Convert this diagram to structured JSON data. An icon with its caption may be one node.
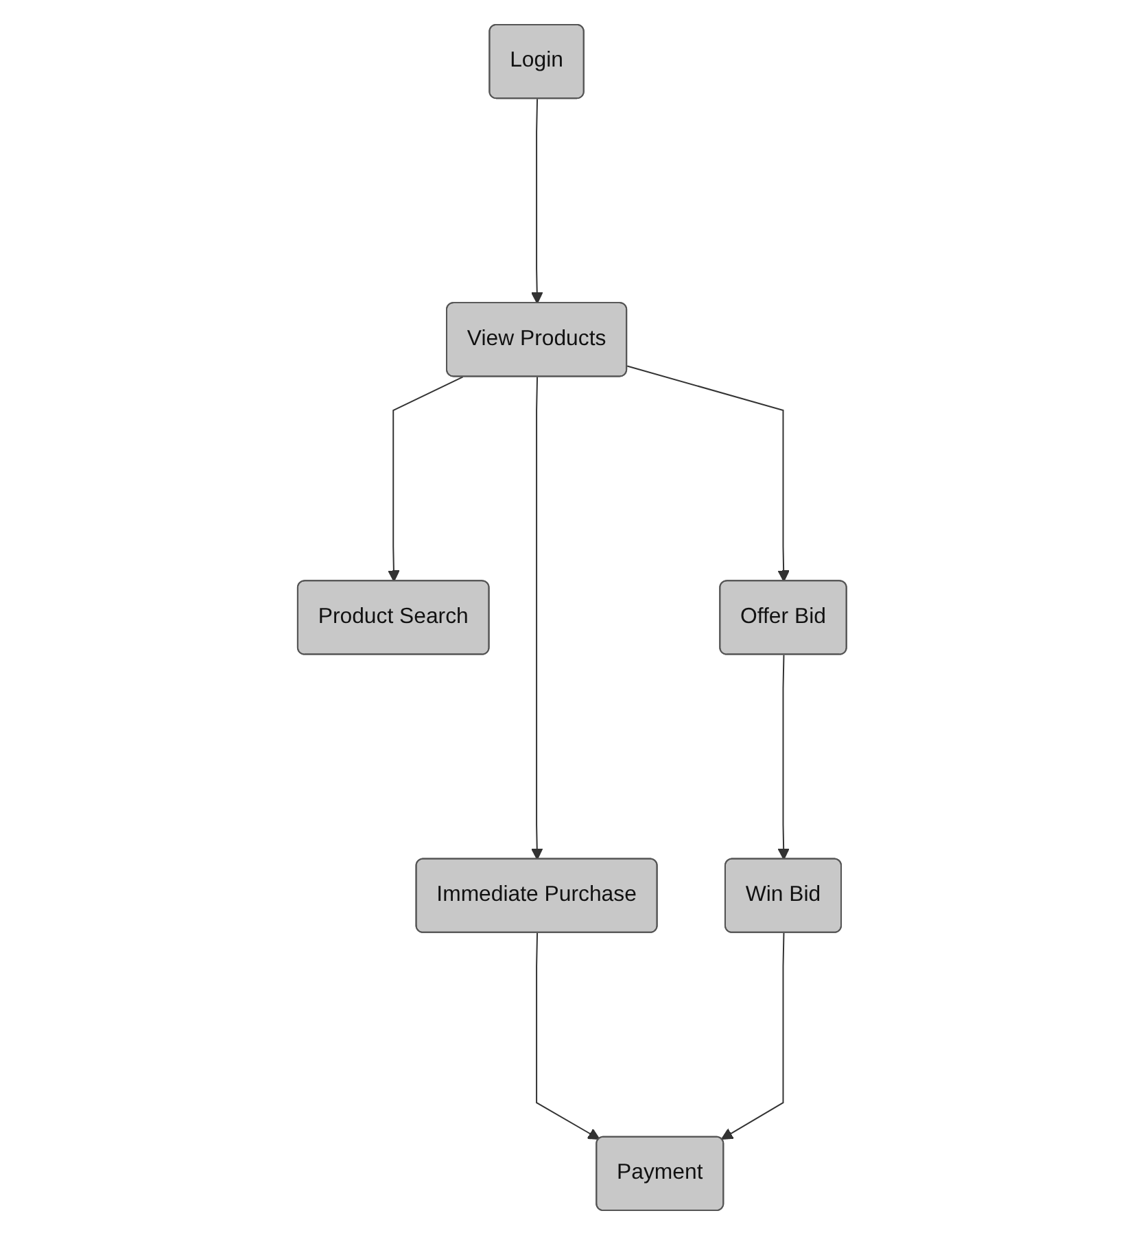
{
  "diagram": {
    "nodes": [
      {
        "text": [
          "Login"
        ]
      },
      {
        "text": [
          "Product Search"
        ]
      },
      {
        "text": [
          "View Products"
        ]
      },
      {
        "text": [
          "Immediate Purchase"
        ]
      },
      {
        "text": [
          "Offer Bid"
        ]
      },
      {
        "text": [
          "Payment"
        ]
      },
      {
        "text": [
          "Win Bid"
        ]
      }
    ],
    "edges": [
      {
        "from": 0,
        "to": 2,
        "arrow": "to"
      },
      {
        "from": 2,
        "to": 1,
        "arrow": "to"
      },
      {
        "from": 2,
        "to": 3,
        "arrow": "to"
      },
      {
        "from": 2,
        "to": 4,
        "arrow": "to"
      },
      {
        "from": 4,
        "to": 6,
        "arrow": "to"
      },
      {
        "from": 3,
        "to": 5,
        "arrow": "to"
      },
      {
        "from": 6,
        "to": 5,
        "arrow": "to"
      }
    ]
  }
}
